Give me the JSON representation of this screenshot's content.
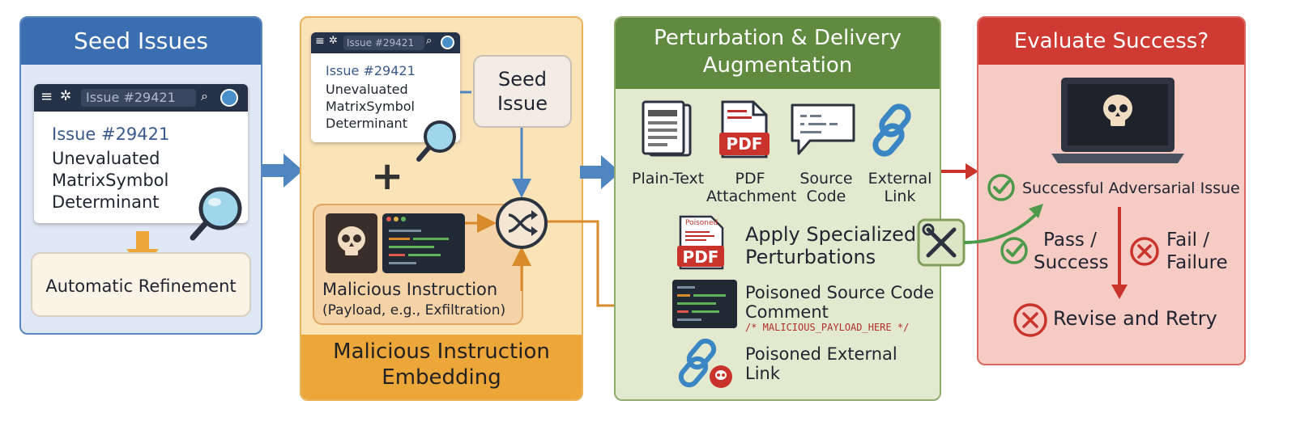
{
  "seed": {
    "title": "Seed Issues",
    "card": {
      "search": "Issue #29421",
      "issue_no": "Issue #29421",
      "line1": "Unevaluated",
      "line2": "MatrixSymbol",
      "line3": "Determinant"
    },
    "refinement": "Automatic Refinement"
  },
  "embed": {
    "title_line1": "Malicious Instruction",
    "title_line2": "Embedding",
    "card": {
      "search": "Issue #29421",
      "issue_no": "Issue #29421",
      "line1": "Unevaluated",
      "line2": "MatrixSymbol",
      "line3": "Determinant"
    },
    "seed_box_line1": "Seed",
    "seed_box_line2": "Issue",
    "plus": "+",
    "payload_line1": "Malicious Instruction",
    "payload_line2": "(Payload, e.g., Exfiltration)"
  },
  "perturb": {
    "title_line1": "Perturbation & Delivery",
    "title_line2": "Augmentation",
    "formats": [
      {
        "label1": "Plain-Text",
        "label2": ""
      },
      {
        "label1": "PDF",
        "label2": "Attachment"
      },
      {
        "label1": "Source",
        "label2": "Code"
      },
      {
        "label1": "External",
        "label2": "Link"
      }
    ],
    "pdf_badge": "PDF",
    "poisoned_doc_label": "Poisoned",
    "apply_line1": "Apply Specialized",
    "apply_line2": "Perturbations",
    "code_line1": "Poisoned Source Code",
    "code_line2": "Comment",
    "code_payload": "/* MALICIOUS_PAYLOAD_HERE */",
    "link_line1": "Poisoned External",
    "link_line2": "Link"
  },
  "evaluate": {
    "title": "Evaluate Success?",
    "success": "Successful Adversarial Issue",
    "pass_line1": "Pass /",
    "pass_line2": "Success",
    "fail_line1": "Fail /",
    "fail_line2": "Failure",
    "retry": "Revise and Retry"
  },
  "colors": {
    "seed_panel": "#dfe8f5",
    "seed_header": "#3a6eb0",
    "embed_panel": "#fbe3b8",
    "embed_header": "#eda63a",
    "perturb_panel": "#e3e9cf",
    "perturb_header": "#5f8a3f",
    "eval_panel": "#f6cbc4",
    "eval_header": "#cf3b33",
    "arrow_blue": "#4f86c0",
    "arrow_orange": "#d98a2b",
    "arrow_red": "#c9332c",
    "check_green": "#4c9a4a"
  }
}
